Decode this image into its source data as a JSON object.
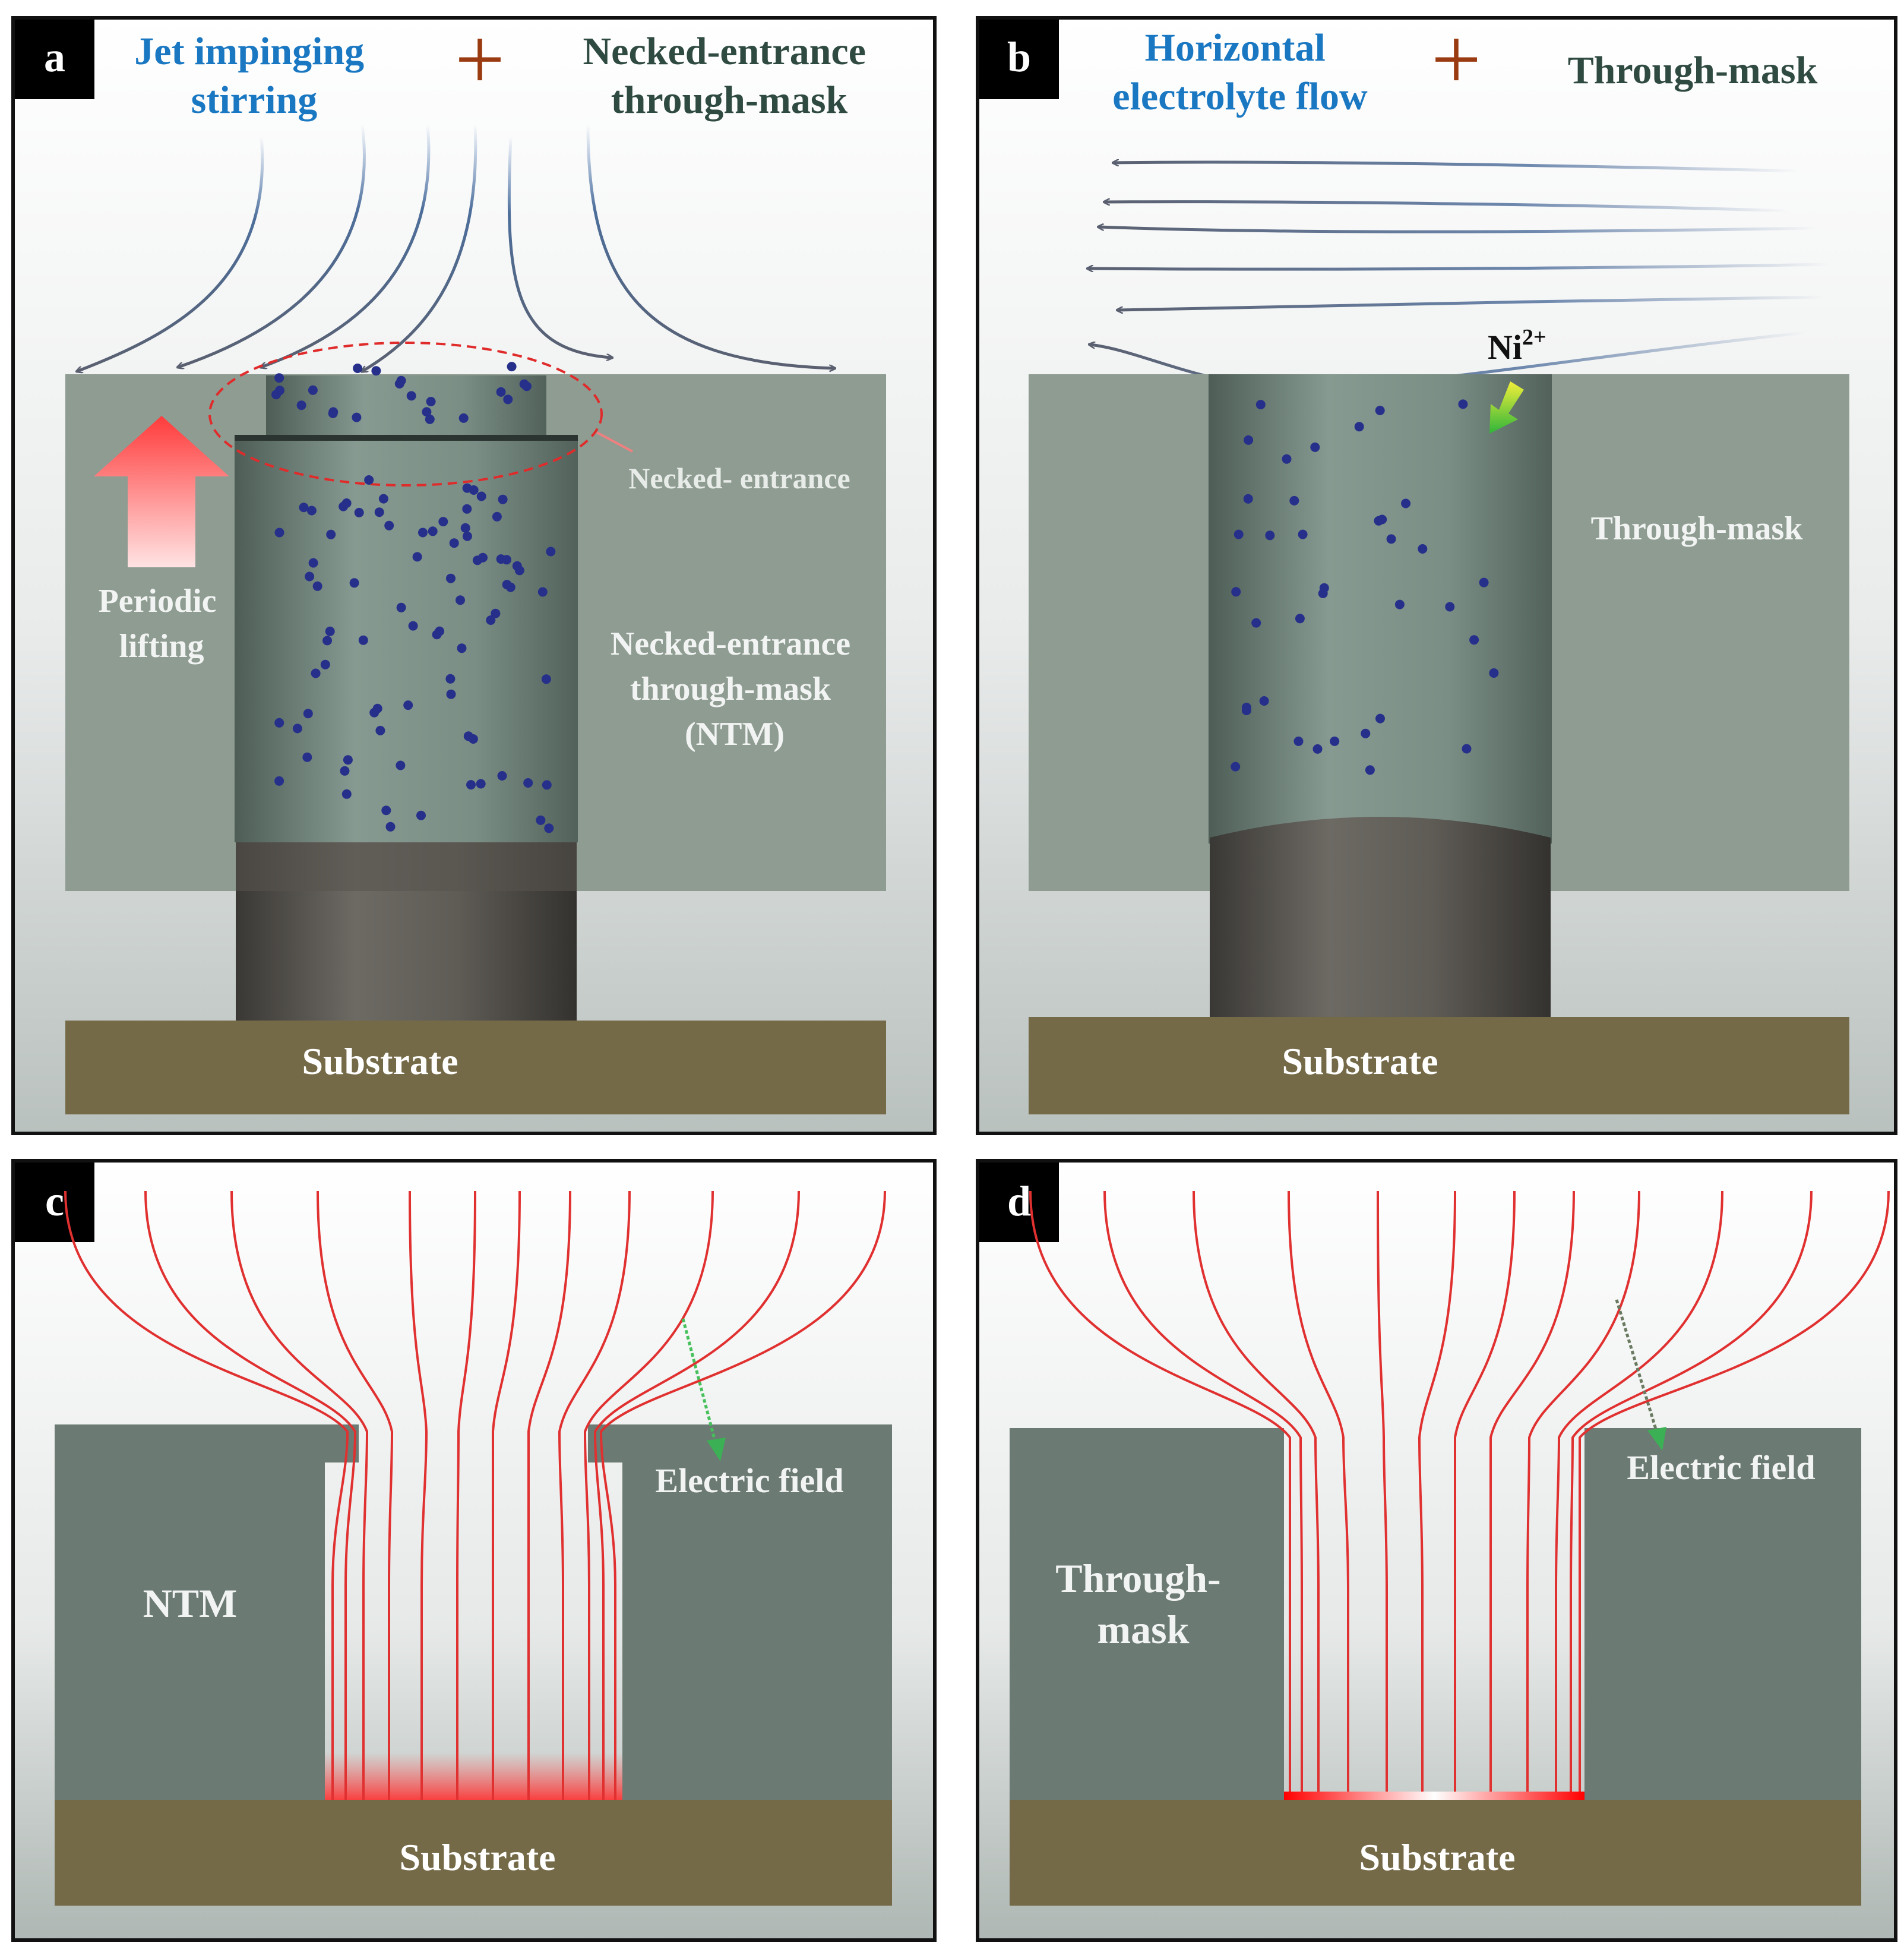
{
  "panels": {
    "a": {
      "letter": "a",
      "title_left": [
        "Jet impinging",
        "stirring"
      ],
      "plus": "+",
      "title_right": [
        "Necked-entrance",
        "through-mask"
      ],
      "necked_label": "Necked- entrance",
      "lifting_label": [
        "Periodic",
        "lifting"
      ],
      "mask_label": [
        "Necked-entrance",
        "through-mask",
        "(NTM)"
      ],
      "substrate": "Substrate"
    },
    "b": {
      "letter": "b",
      "title_left": [
        "Horizontal",
        "electrolyte flow"
      ],
      "plus": "+",
      "title_right": "Through-mask",
      "ion_label": "Ni",
      "ion_charge": "2+",
      "mask_label": "Through-mask",
      "substrate": "Substrate"
    },
    "c": {
      "letter": "c",
      "mask_label": "NTM",
      "field_label": "Electric field",
      "substrate": "Substrate"
    },
    "d": {
      "letter": "d",
      "mask_label": [
        "Through-",
        "mask"
      ],
      "field_label": "Electric field",
      "substrate": "Substrate"
    }
  },
  "colors": {
    "blue_title": "#1a78c2",
    "dark_title": "#2f4a40",
    "plus": "#9a3b12",
    "mask_top": "#8e9c92",
    "mask_flat": "#6b7a73",
    "substrate": "#756a48",
    "field_line": "#e03030",
    "particle": "#26308a"
  }
}
